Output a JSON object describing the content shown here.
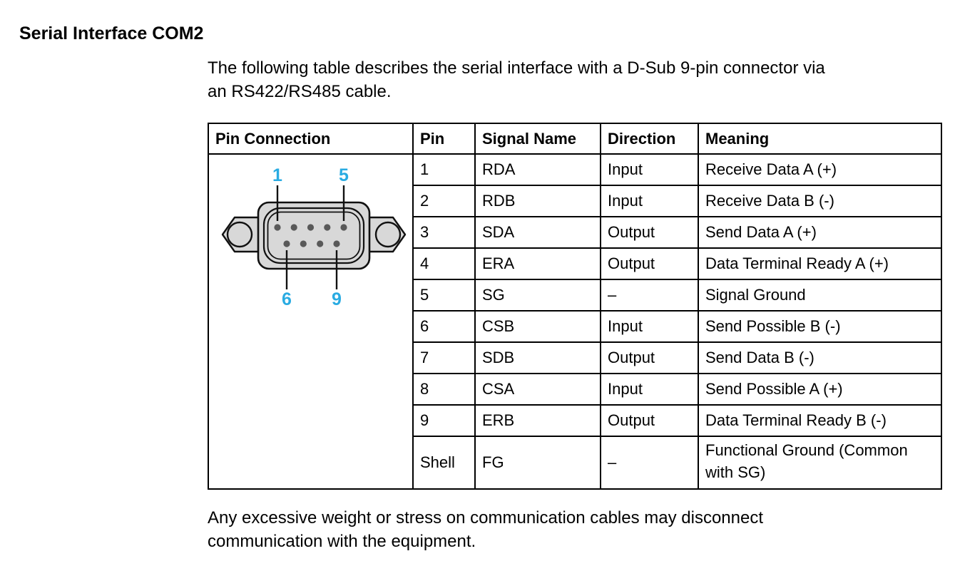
{
  "page": {
    "title": "Serial Interface COM2",
    "intro_line1": "The following table describes the serial interface with a D-Sub 9-pin connector via",
    "intro_line2": "an RS422/RS485 cable.",
    "footer_line1": "Any excessive weight or stress on communication cables may disconnect",
    "footer_line2": "communication with the equipment."
  },
  "table": {
    "headers": [
      "Pin Connection",
      "Pin",
      "Signal Name",
      "Direction",
      "Meaning"
    ],
    "rows": [
      {
        "pin": "1",
        "signal": "RDA",
        "direction": "Input",
        "meaning": "Receive Data A (+)"
      },
      {
        "pin": "2",
        "signal": "RDB",
        "direction": "Input",
        "meaning": "Receive Data B (-)"
      },
      {
        "pin": "3",
        "signal": "SDA",
        "direction": "Output",
        "meaning": "Send Data A (+)"
      },
      {
        "pin": "4",
        "signal": "ERA",
        "direction": "Output",
        "meaning": "Data Terminal Ready A (+)"
      },
      {
        "pin": "5",
        "signal": "SG",
        "direction": "–",
        "meaning": "Signal Ground"
      },
      {
        "pin": "6",
        "signal": "CSB",
        "direction": "Input",
        "meaning": "Send Possible B (-)"
      },
      {
        "pin": "7",
        "signal": "SDB",
        "direction": "Output",
        "meaning": "Send Data B (-)"
      },
      {
        "pin": "8",
        "signal": "CSA",
        "direction": "Input",
        "meaning": "Send Possible A (+)"
      },
      {
        "pin": "9",
        "signal": "ERB",
        "direction": "Output",
        "meaning": "Data Terminal Ready B (-)"
      },
      {
        "pin": "Shell",
        "signal": "FG",
        "direction": "–",
        "meaning": "Functional Ground (Common with SG)"
      }
    ]
  },
  "diagram": {
    "type": "d-sub-9-pin-connector",
    "pin_labels": [
      "1",
      "5",
      "6",
      "9"
    ],
    "colors": {
      "accent": "#29abe2",
      "connector-fill": "#d8d8d8",
      "pin-dot": "#595959",
      "outline": "#111111"
    }
  }
}
